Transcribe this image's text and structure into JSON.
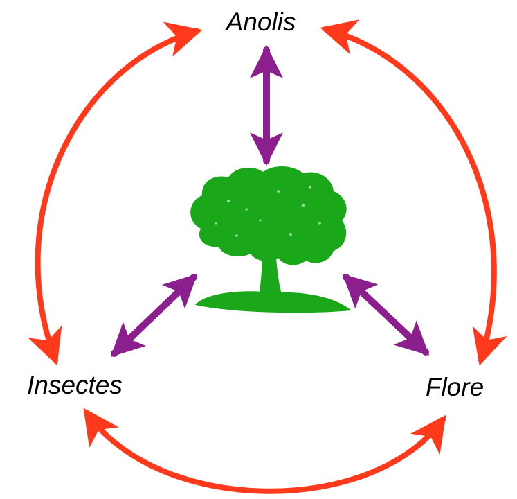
{
  "nodes": {
    "top": {
      "label": "Anolis"
    },
    "left": {
      "label": "Insectes"
    },
    "right": {
      "label": "Flore"
    }
  },
  "center": {
    "icon": "tree-icon"
  },
  "colors": {
    "outer_arrows": "#ff3a1c",
    "inner_arrows": "#8b1f8e",
    "tree": "#1aa81a",
    "label_text": "#000000",
    "background": "#ffffff"
  }
}
